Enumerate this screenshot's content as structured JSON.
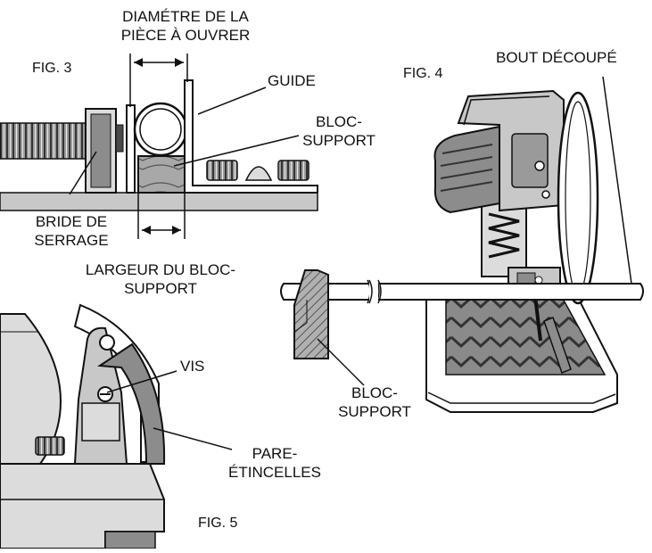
{
  "fig3": {
    "fig_label": "FIG. 3",
    "diameter_label_line1": "DIAMÉTRE DE LA",
    "diameter_label_line2": "PIÈCE À OUVRER",
    "guide_label": "GUIDE",
    "support_label_line1": "BLOC-",
    "support_label_line2": "SUPPORT",
    "clamp_label_line1": "BRIDE DE",
    "clamp_label_line2": "SERRAGE",
    "width_label_line1": "LARGEUR DU BLOC-",
    "width_label_line2": "SUPPORT"
  },
  "fig4": {
    "fig_label": "FIG. 4",
    "cut_end_label": "BOUT DÉCOUPÉ",
    "support_label_line1": "BLOC-",
    "support_label_line2": "SUPPORT"
  },
  "fig5": {
    "fig_label": "FIG. 5",
    "screw_label": "VIS",
    "spark_label_line1": "PARE-",
    "spark_label_line2": "ÉTINCELLES"
  },
  "colors": {
    "ink": "#111111",
    "table_gray": "#c8c8c8",
    "machine_gray": "#8c8c8c",
    "dark_gray": "#4a4a4a",
    "light_gray": "#dcdcdc"
  }
}
